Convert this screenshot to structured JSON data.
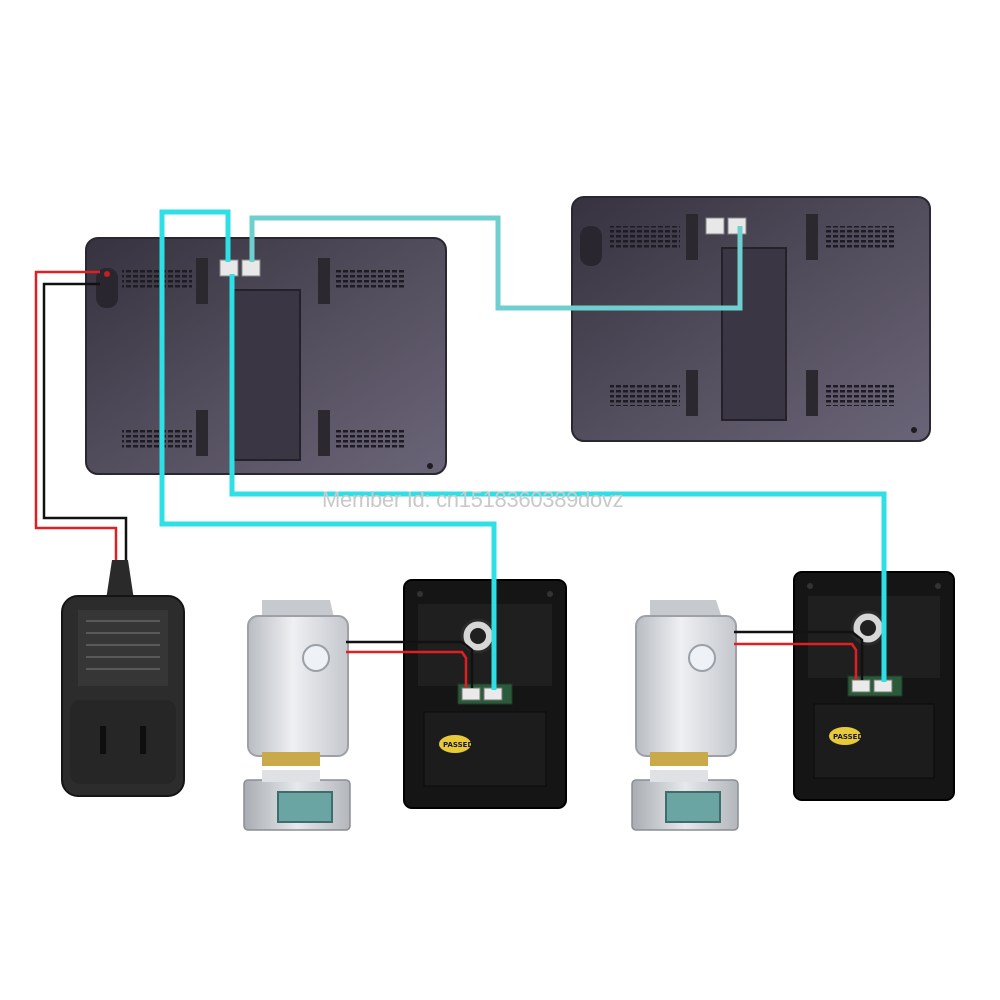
{
  "watermark": "Member Id: cn1518360389dovz",
  "components": {
    "monitor_main": "indoor-monitor",
    "monitor_extension": "indoor-monitor",
    "door_camera_1": "outdoor-camera",
    "door_camera_2": "outdoor-camera",
    "lock_1": "electric-lock",
    "lock_2": "electric-lock",
    "power_adapter": "power-adapter"
  },
  "badges": {
    "camera_1": "PASSED",
    "camera_2": "PASSED"
  },
  "colors": {
    "cable_cyan": "#2ee0e6",
    "cable_teal": "#6fcfcf",
    "wire_red": "#e02020",
    "wire_black": "#111111",
    "monitor_body": "#4e4a5a",
    "camera_body": "#141414",
    "lock_body": "#d6d8dc",
    "adapter_body": "#2a2a2a"
  }
}
